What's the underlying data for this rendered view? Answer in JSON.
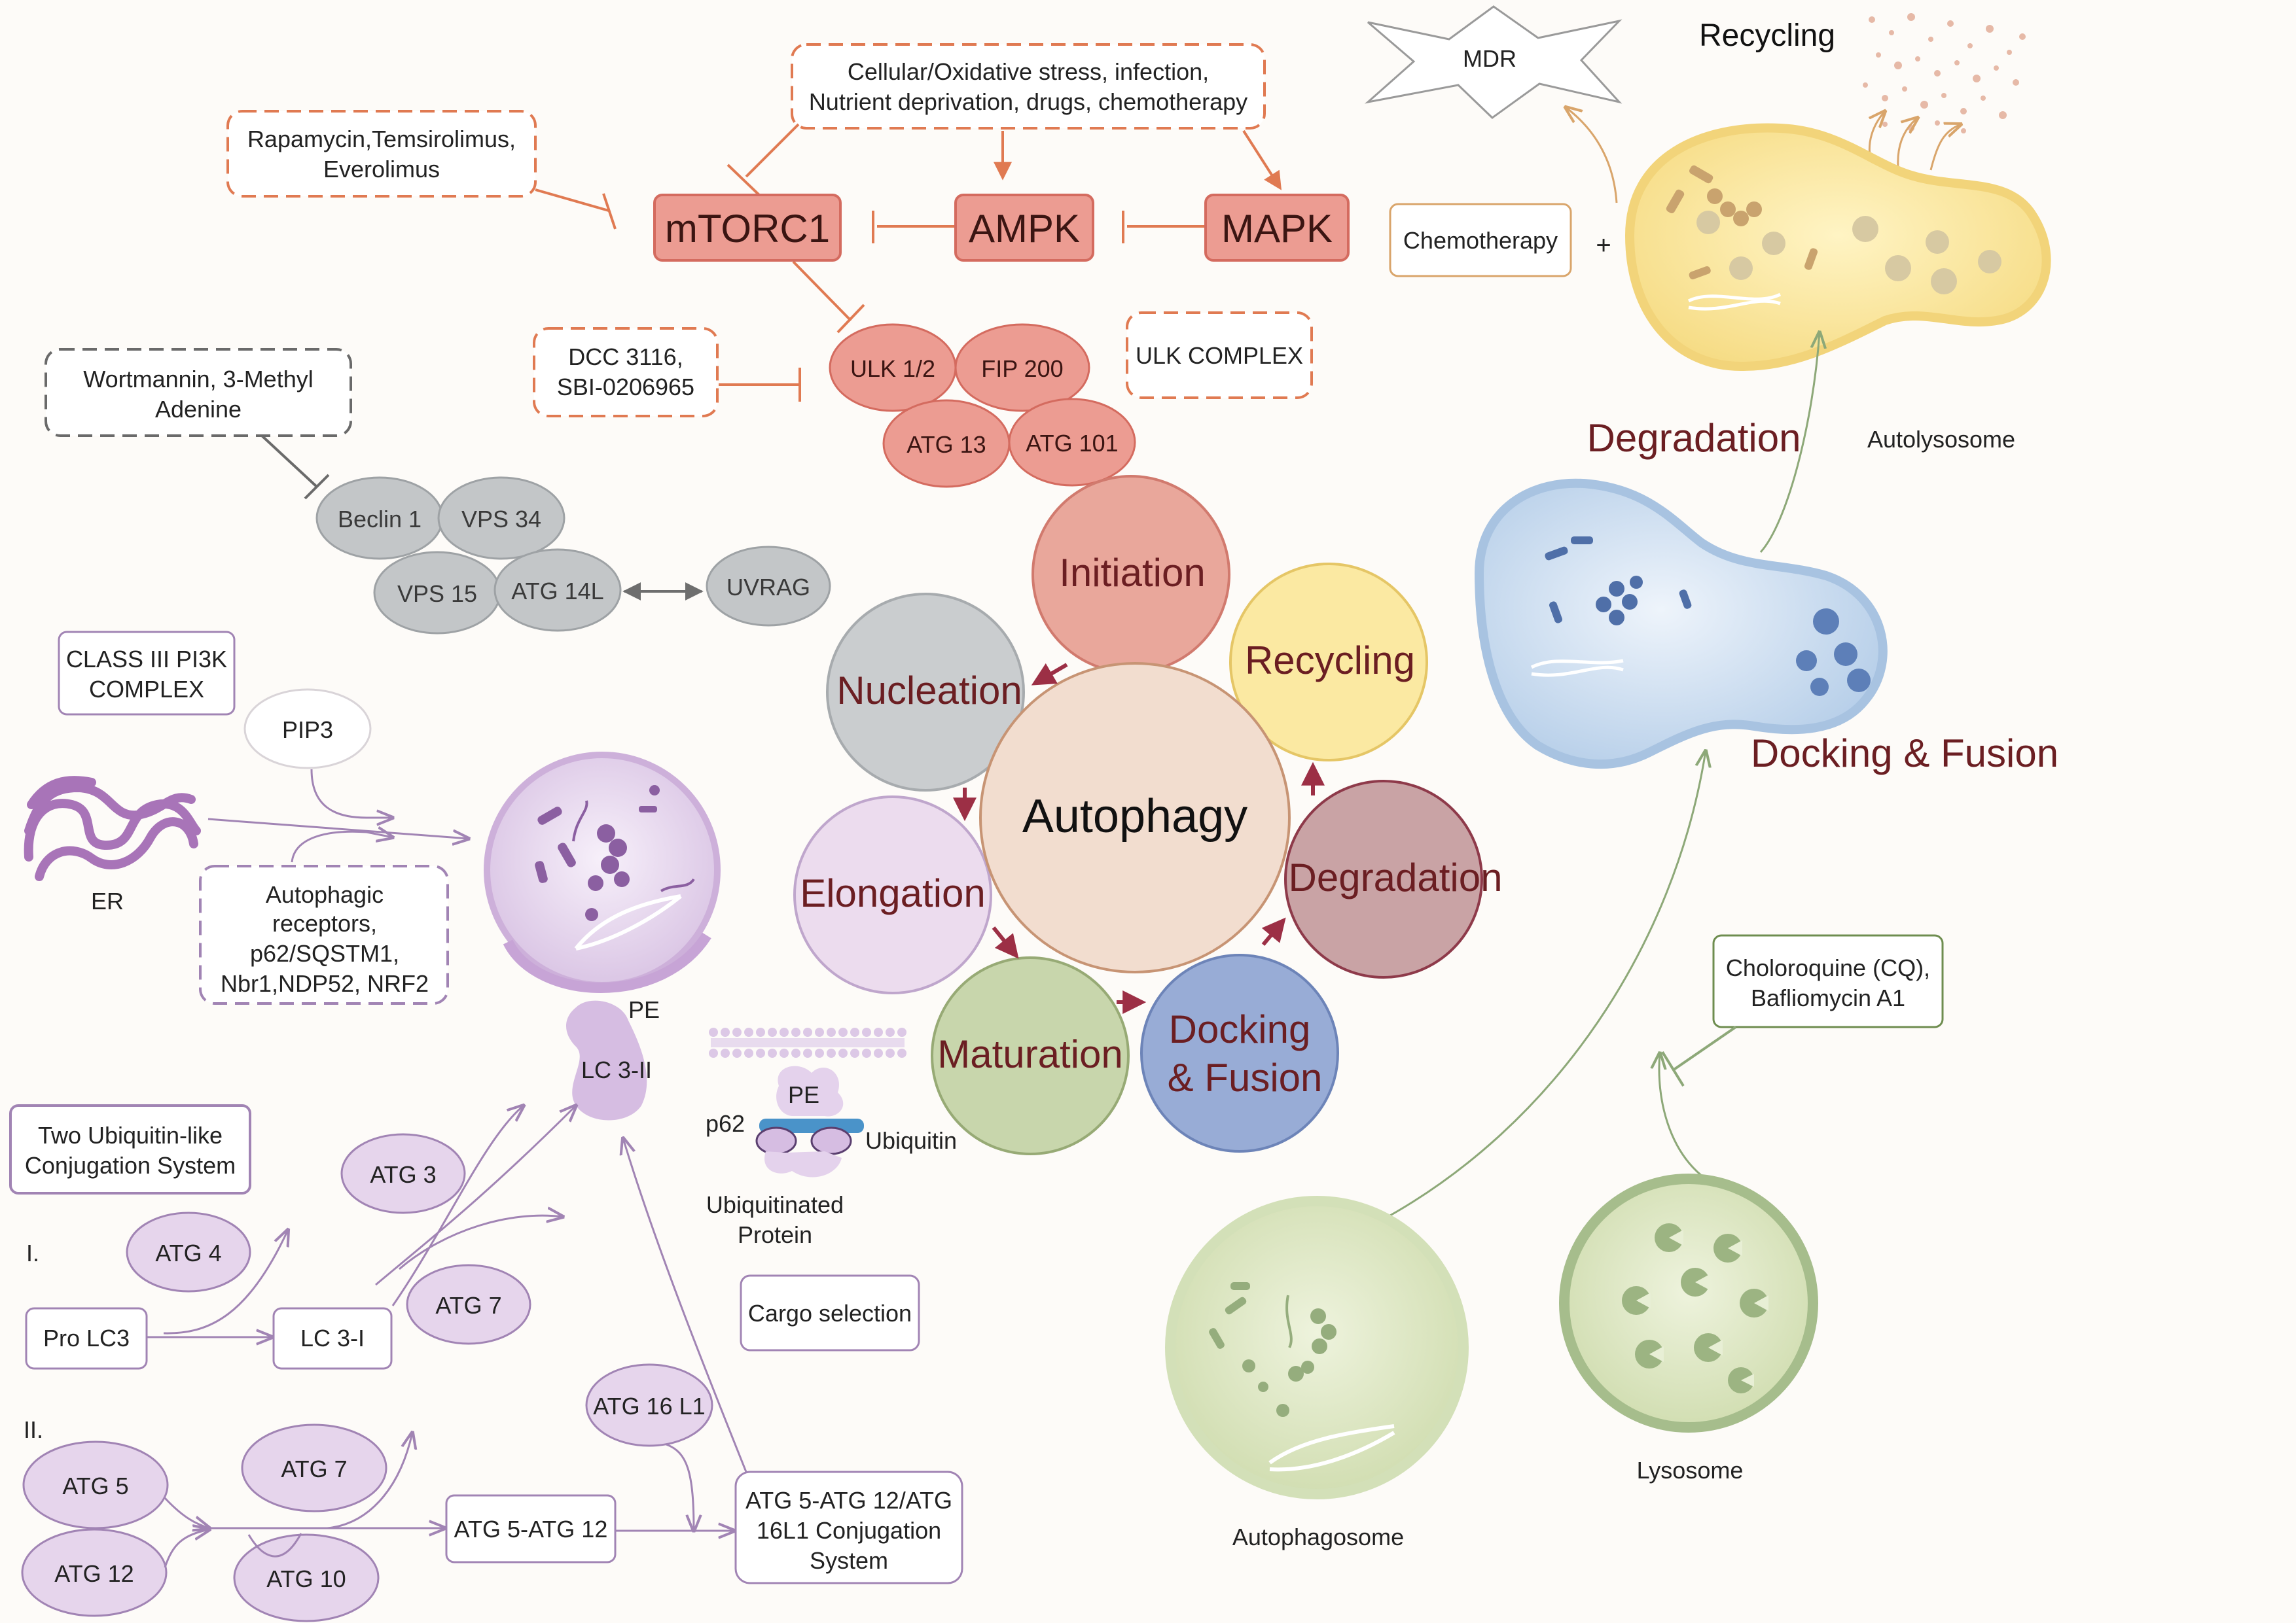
{
  "labels": {
    "stress_line1": "Cellular/Oxidative  stress, infection,",
    "stress_line2": "Nutrient deprivation, drugs, chemotherapy",
    "rapa_line1": "Rapamycin,Temsirolimus,",
    "rapa_line2": "Everolimus",
    "mtorc1": "mTORC1",
    "ampk": "AMPK",
    "mapk": "MAPK",
    "dcc_line1": "DCC 3116,",
    "dcc_line2": "SBI-0206965",
    "ulk12": "ULK 1/2",
    "fip200": "FIP 200",
    "atg13": "ATG 13",
    "atg101": "ATG 101",
    "ulk_complex": "ULK COMPLEX",
    "wort_line1": "Wortmannin, 3-Methyl",
    "wort_line2": "Adenine",
    "beclin1": "Beclin 1",
    "vps34": "VPS 34",
    "vps15": "VPS 15",
    "atg14l": "ATG 14L",
    "uvrag": "UVRAG",
    "class3_line1": "CLASS III PI3K",
    "class3_line2": "COMPLEX",
    "pip3": "PIP3",
    "er": "ER",
    "recep_line1": "Autophagic",
    "recep_line2": "receptors,",
    "recep_line3": "p62/SQSTM1,",
    "recep_line4": "Nbr1,NDP52, NRF2",
    "pe": "PE",
    "lc3ii": "LC 3-II",
    "two_ub_line1": "Two Ubiquitin-like",
    "two_ub_line2": "Conjugation System",
    "roman_i": "I.",
    "roman_ii": "II.",
    "atg3": "ATG 3",
    "atg4": "ATG 4",
    "atg7a": "ATG 7",
    "pro_lc3": "Pro LC3",
    "lc3i": "LC 3-I",
    "atg16l1": "ATG 16 L1",
    "atg5": "ATG 5",
    "atg7b": "ATG 7",
    "atg12": "ATG 12",
    "atg10": "ATG 10",
    "atg5_atg12": "ATG 5-ATG 12",
    "conj_line1": "ATG 5-ATG 12/ATG",
    "conj_line2": "16L1 Conjugation",
    "conj_line3": "System",
    "p62": "p62",
    "pe2": "PE",
    "ubiquitin": "Ubiquitin",
    "ubprot_line1": "Ubiquitinated",
    "ubprot_line2": "Protein",
    "cargo": "Cargo selection",
    "autophagy": "Autophagy",
    "initiation": "Initiation",
    "nucleation": "Nucleation",
    "elongation": "Elongation",
    "maturation": "Maturation",
    "docking_fusion_line1": "Docking",
    "docking_fusion_line2": "& Fusion",
    "degradation_step": "Degradation",
    "recycling_step": "Recycling",
    "mdr": "MDR",
    "recycling_top": "Recycling",
    "chemotherapy": "Chemotherapy",
    "plus": "+",
    "degradation_big": "Degradation",
    "autolysosome": "Autolysosome",
    "docking_big": "Docking & Fusion",
    "cq_line1": "Choloroquine (CQ),",
    "cq_line2": "Bafliomycin A1",
    "lysosome": "Lysosome",
    "autophagosome": "Autophagosome"
  },
  "colors": {
    "orange": "#e07a52",
    "salmon_fill": "#ec9c92",
    "salmon_stroke": "#d46b5f",
    "grey_fill": "#c3c6c8",
    "purple": "#a184b4",
    "purple_fill": "#e6d5ec",
    "maroon": "#8b2c3f",
    "green": "#8da878",
    "title_text": "#6b1e22"
  }
}
